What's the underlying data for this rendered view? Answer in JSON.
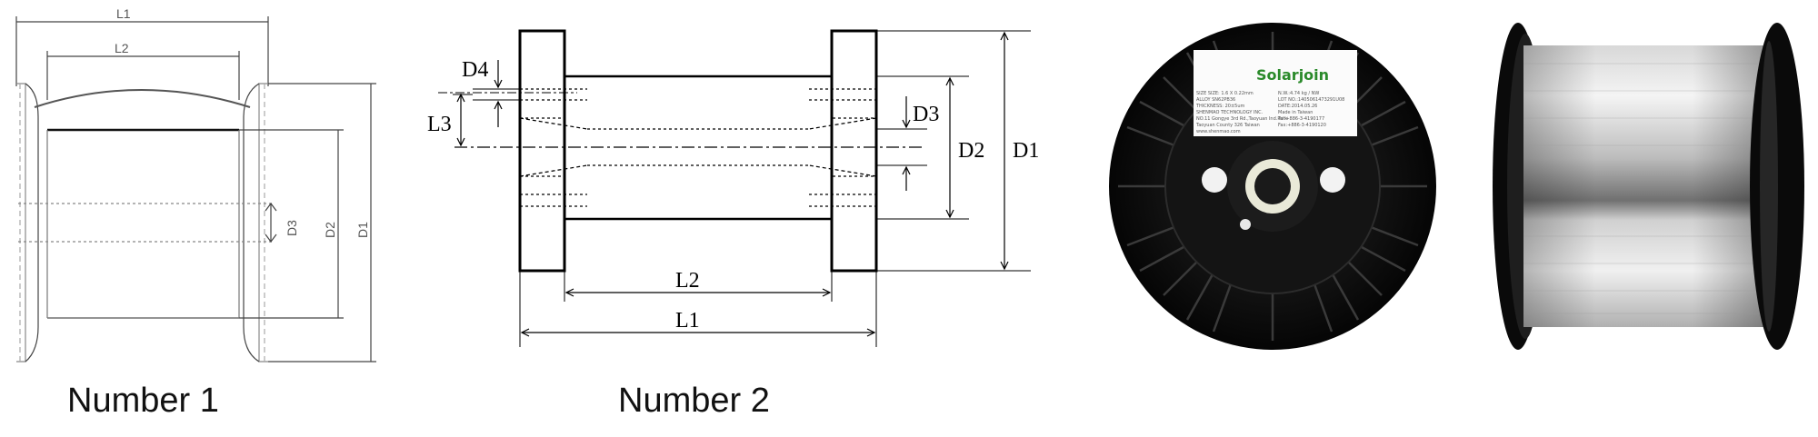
{
  "captions": {
    "number1": "Number 1",
    "number2": "Number 2"
  },
  "drawing1": {
    "labels": {
      "l1": "L1",
      "l2": "L2",
      "d3": "D3",
      "d2": "D2",
      "d1": "D1"
    }
  },
  "drawing2": {
    "labels": {
      "d4": "D4",
      "l3": "L3",
      "d3": "D3",
      "d2": "D2",
      "d1": "D1",
      "l2": "L2",
      "l1": "L1"
    }
  },
  "photo_front": {
    "logo_text": "Solarjoin",
    "label_lines": [
      "SIZE SIZE: 1.6 X 0.22mm",
      "ALLOY SN62PB36",
      "THICKNESS: 20±5um",
      "SHENMAO TECHNOLOGY INC.",
      "NO.11 Gongye 3rd Rd.,Taoyuan Ind.Park",
      "Taoyuan County 326 Taiwan",
      "www.shenmao.com",
      "N.W.:4.74 kg / NW",
      "LOT NO.:1405061473291U08",
      "DATE:2014.05.26",
      "Made in Taiwan",
      "Tel:+886-3-4190177",
      "Fax:+886-3-4190120"
    ]
  }
}
